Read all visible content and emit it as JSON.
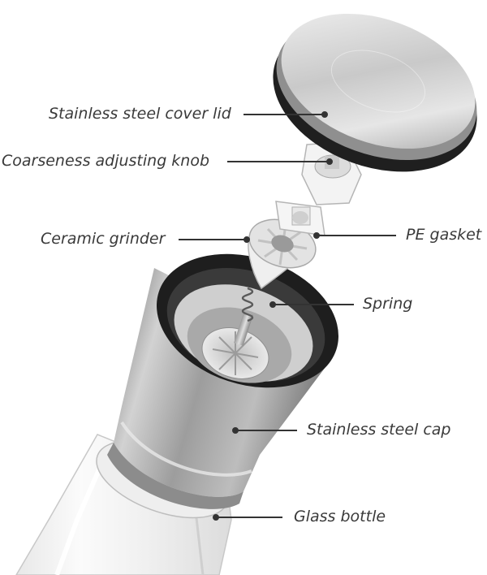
{
  "labels": {
    "cover_lid": "Stainless steel cover lid",
    "knob": "Coarseness adjusting knob",
    "ceramic_grinder": "Ceramic grinder",
    "pe_gasket": "PE gasket",
    "spring": "Spring",
    "steel_cap": "Stainless steel cap",
    "glass_bottle": "Glass bottle"
  },
  "colors": {
    "text": "#3a3a3a",
    "leader_line": "#333333",
    "steel_dark": "#1f1f1f",
    "steel_light": "#d9d9d9",
    "ceramic": "#f2f2f2"
  }
}
